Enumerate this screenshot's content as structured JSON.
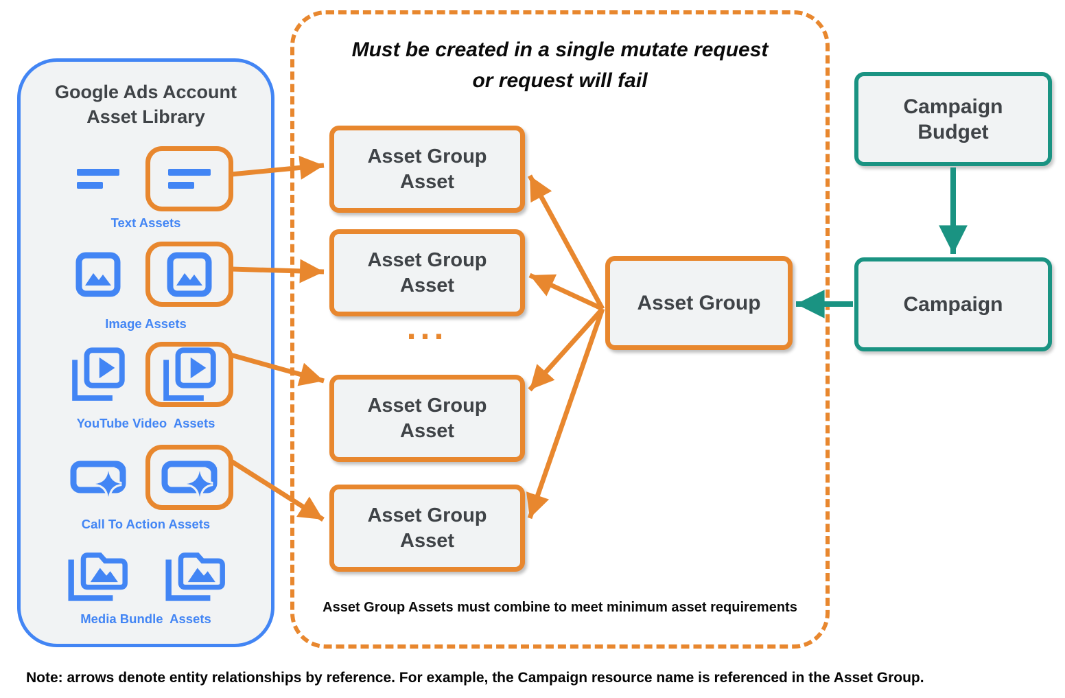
{
  "colors": {
    "orange": "#E8872E",
    "blue": "#4285F4",
    "teal": "#1A9382",
    "box_fill": "#F1F3F4",
    "text_dark": "#3F4347"
  },
  "library": {
    "title": "Google Ads Account\nAsset Library",
    "items": [
      {
        "label": "Text Assets",
        "icon": "text-asset-icon"
      },
      {
        "label": "Image Assets",
        "icon": "image-asset-icon"
      },
      {
        "label": "YouTube Video  Assets",
        "icon": "youtube-video-asset-icon"
      },
      {
        "label": "Call To Action Assets",
        "icon": "call-to-action-asset-icon"
      },
      {
        "label": "Media Bundle  Assets",
        "icon": "media-bundle-asset-icon"
      }
    ]
  },
  "mutate_group": {
    "title": "Must be created in a single mutate request\nor request will fail",
    "asset_box_label": "Asset Group\nAsset",
    "ellipsis": "...",
    "requirements_note": "Asset Group Assets must combine to meet minimum asset requirements"
  },
  "entities": {
    "asset_group": "Asset Group",
    "campaign": "Campaign",
    "campaign_budget": "Campaign\nBudget"
  },
  "footer_note": "Note: arrows denote entity relationships by reference. For example, the Campaign resource name is referenced in the Asset Group."
}
